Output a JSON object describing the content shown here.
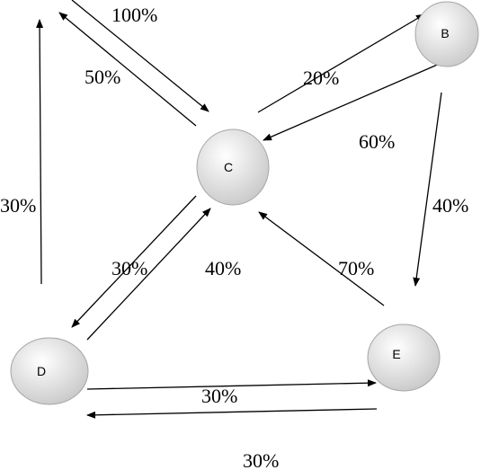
{
  "colors": {
    "node_fill_light": "#ffffff",
    "node_fill_dark": "#c8c8c8",
    "node_stroke": "#a6a6a6",
    "line": "#000000",
    "text": "#000000"
  },
  "nodes": {
    "b": {
      "label": "B"
    },
    "c": {
      "label": "C"
    },
    "d": {
      "label": "D"
    },
    "e": {
      "label": "E"
    }
  },
  "edge_labels": {
    "top_to_c": "100%",
    "c_to_top": "50%",
    "c_to_b": "20%",
    "b_to_c": "60%",
    "b_to_e": "40%",
    "d_to_top": "30%",
    "c_to_d": "30%",
    "d_to_c": "40%",
    "e_to_c": "70%",
    "d_to_e": "30%",
    "e_to_d": "30%"
  }
}
